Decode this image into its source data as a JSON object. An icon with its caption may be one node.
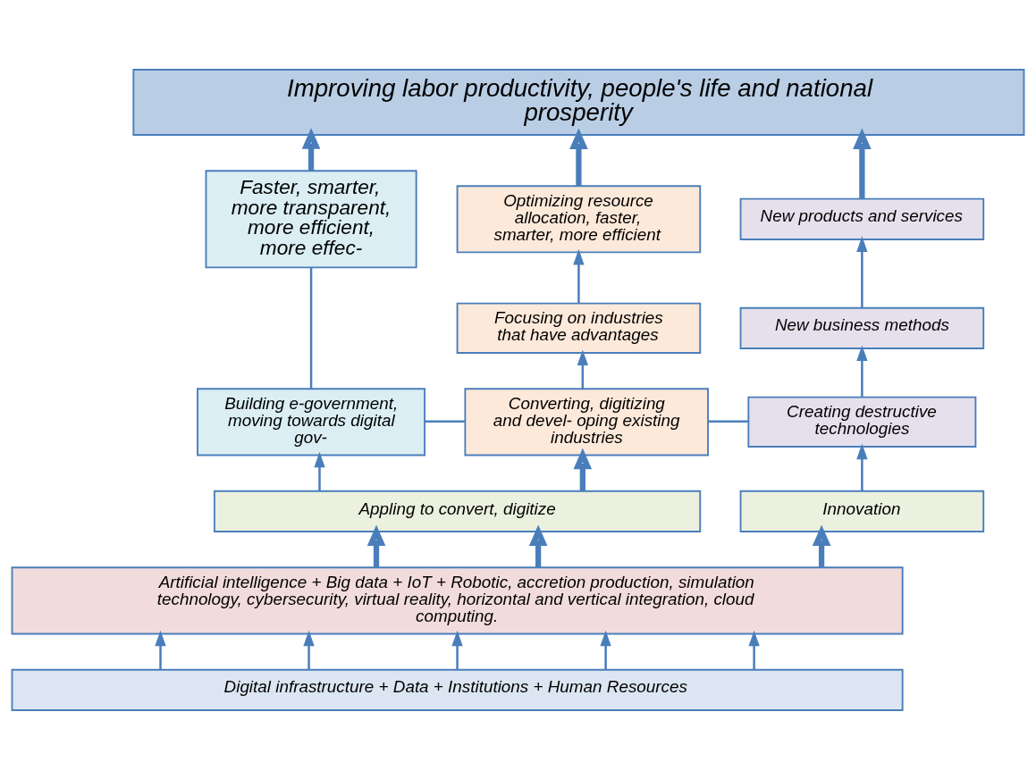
{
  "diagram": {
    "nodes": [
      {
        "text": [
          "Improving labor productivity, people's life and national prosperity"
        ]
      },
      {
        "text": [
          "Faster, smarter, more transparent, more efficient, more effec-"
        ]
      },
      {
        "text": [
          "Optimizing resource allocation, faster, smarter, more efficient"
        ]
      },
      {
        "text": [
          "New products and services"
        ]
      },
      {
        "text": [
          "Focusing on industries that have advantages"
        ]
      },
      {
        "text": [
          "New business methods"
        ]
      },
      {
        "text": [
          "Building e-government, moving towards digital gov-"
        ]
      },
      {
        "text": [
          "Converting, digitizing and devel- oping existing industries"
        ]
      },
      {
        "text": [
          "Creating destructive technologies"
        ]
      },
      {
        "text": [
          "Appling to convert, digitize"
        ]
      },
      {
        "text": [
          "Innovation"
        ]
      },
      {
        "text": [
          "Artificial intelligence + Big data + IoT + Robotic, accretion production, simulation technology, cybersecurity, virtual reality, horizontal and vertical integration, cloud computing."
        ]
      },
      {
        "text": [
          "Digital infrastructure + Data + Institutions + Human Resources"
        ]
      }
    ],
    "edges": [
      {
        "from": 1,
        "to": 0,
        "arrow": "to",
        "style": "thick"
      },
      {
        "from": 2,
        "to": 0,
        "arrow": "to",
        "style": "thick"
      },
      {
        "from": 3,
        "to": 0,
        "arrow": "to",
        "style": "thick"
      },
      {
        "from": 4,
        "to": 2,
        "arrow": "to"
      },
      {
        "from": 5,
        "to": 3,
        "arrow": "to"
      },
      {
        "from": 6,
        "to": 1,
        "arrow": "none"
      },
      {
        "from": 7,
        "to": 4,
        "arrow": "to"
      },
      {
        "from": 8,
        "to": 5,
        "arrow": "to"
      },
      {
        "from": 6,
        "to": 7,
        "arrow": "none"
      },
      {
        "from": 7,
        "to": 8,
        "arrow": "none"
      },
      {
        "from": 9,
        "to": 6,
        "arrow": "to"
      },
      {
        "from": 9,
        "to": 7,
        "arrow": "to",
        "style": "thick"
      },
      {
        "from": 10,
        "to": 8,
        "arrow": "to"
      },
      {
        "from": 11,
        "to": 9,
        "arrow": "to",
        "style": "thick"
      },
      {
        "from": 11,
        "to": 9,
        "arrow": "to",
        "style": "thick"
      },
      {
        "from": 11,
        "to": 10,
        "arrow": "to",
        "style": "thick"
      },
      {
        "from": 12,
        "to": 11,
        "arrow": "to"
      },
      {
        "from": 12,
        "to": 11,
        "arrow": "to"
      },
      {
        "from": 12,
        "to": 11,
        "arrow": "to"
      },
      {
        "from": 12,
        "to": 11,
        "arrow": "to"
      },
      {
        "from": 12,
        "to": 11,
        "arrow": "to"
      }
    ]
  }
}
